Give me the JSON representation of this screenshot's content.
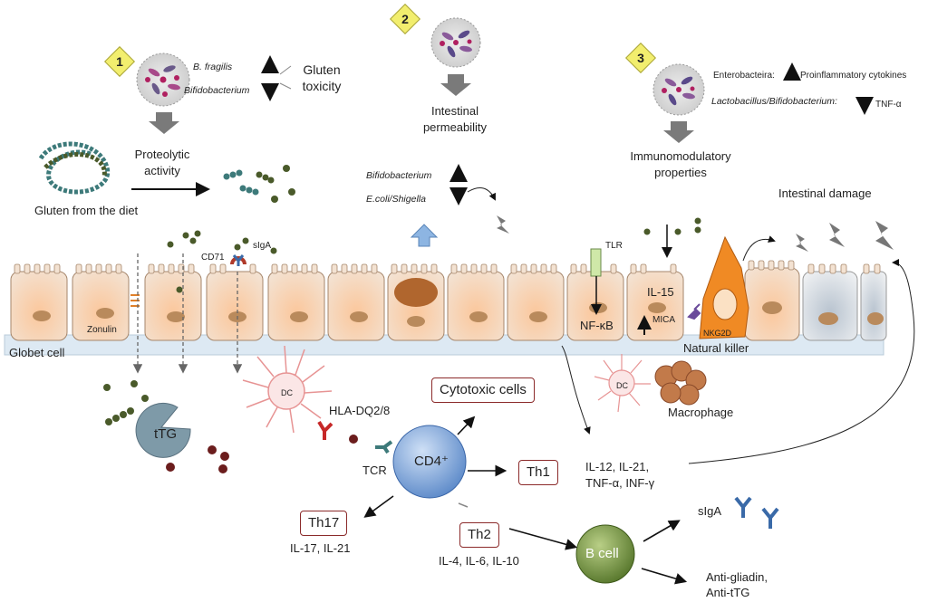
{
  "title": "",
  "steps": [
    {
      "number": "1",
      "taxa": [
        "B. fragilis",
        "Bifidobacterium"
      ],
      "effect": "Gluten toxicity",
      "outcome": "Proteolytic activity"
    },
    {
      "number": "2",
      "outcome": "Intestinal permeability",
      "taxa": [
        "Bifidobacterium",
        "E.coli/Shigella"
      ]
    },
    {
      "number": "3",
      "taxa": [
        "Enterobacteira:",
        "Lactobacillus/Bifidobacterium:"
      ],
      "effects": [
        "Proinflammatory cytokines",
        "TNF-α"
      ],
      "outcome": "Immunomodulatory properties"
    }
  ],
  "labels": {
    "gluten_diet": "Gluten from the diet",
    "intestinal_damage": "Intestinal damage",
    "cd71": "CD71",
    "siga_top": "sIgA",
    "zonulin": "Zonulin",
    "goblet_cell": "Globet cell",
    "natural_killer": "Natural killer",
    "tlr": "TLR",
    "il15": "IL-15",
    "nfkb": "NF-κB",
    "mica": "MICA",
    "nkg2d": "NKG2D",
    "dc": "DC",
    "dc2": "DC",
    "hla": "HLA-DQ2/8",
    "ttg": "tTG",
    "cytotoxic": "Cytotoxic cells",
    "macrophage": "Macrophage",
    "tcr": "TCR",
    "cd4": "CD4⁺",
    "th1": "Th1",
    "th1_cytokines_1": "IL-12, IL-21,",
    "th1_cytokines_2": "TNF-α, INF-γ",
    "th17": "Th17",
    "th17_cytokines": "IL-17, IL-21",
    "th2": "Th2",
    "th2_cytokines": "IL-4, IL-6, IL-10",
    "b_cell": "B cell",
    "siga_bottom": "sIgA",
    "anti_gliadin": "Anti-gliadin,",
    "anti_ttg": "Anti-tTG"
  },
  "colors": {
    "cell_orange": "#f7b98a",
    "cell_border": "#a6866b",
    "nucleus": "#b98a5c",
    "membrane": "#d9e7f2",
    "badge": "#f2ee6e",
    "box_border": "#8b2a2a",
    "cd4": "#6a99d8",
    "b_cell": "#6b8f3a",
    "nk_cell": "#f08a24",
    "blue_arrow": "#8db5e2",
    "ttg": "#7e9aa8",
    "gluten_dot": "#4a5a2a",
    "gluten_dark": "#6b1d1d",
    "teal_dot": "#3d7a7a"
  }
}
